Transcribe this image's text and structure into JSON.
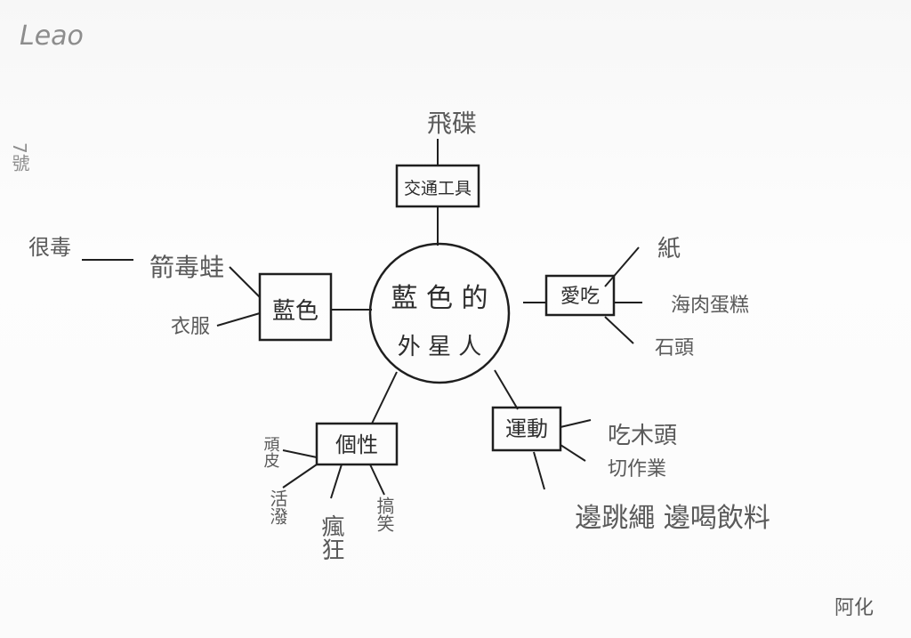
{
  "header_note": "Leao",
  "side_note": "7號",
  "center": {
    "line1": "藍 色 的",
    "line2": "外 星 人"
  },
  "branches": {
    "transport": {
      "label": "交通工具",
      "child": "飛碟"
    },
    "blue": {
      "label": "藍色",
      "frog": "箭毒蛙",
      "frog_note": "很毒",
      "clothes": "衣服"
    },
    "eat": {
      "label": "愛吃",
      "items": [
        "紙",
        "海肉蛋糕",
        "石頭"
      ]
    },
    "sport": {
      "label": "運動",
      "items": [
        "吃木頭",
        "切作業"
      ],
      "long_item": "邊跳繩 邊喝飲料"
    },
    "personality": {
      "label": "個性",
      "items": [
        "頑皮",
        "活潑",
        "瘋狂",
        "搞笑"
      ]
    }
  },
  "signature": "阿化"
}
